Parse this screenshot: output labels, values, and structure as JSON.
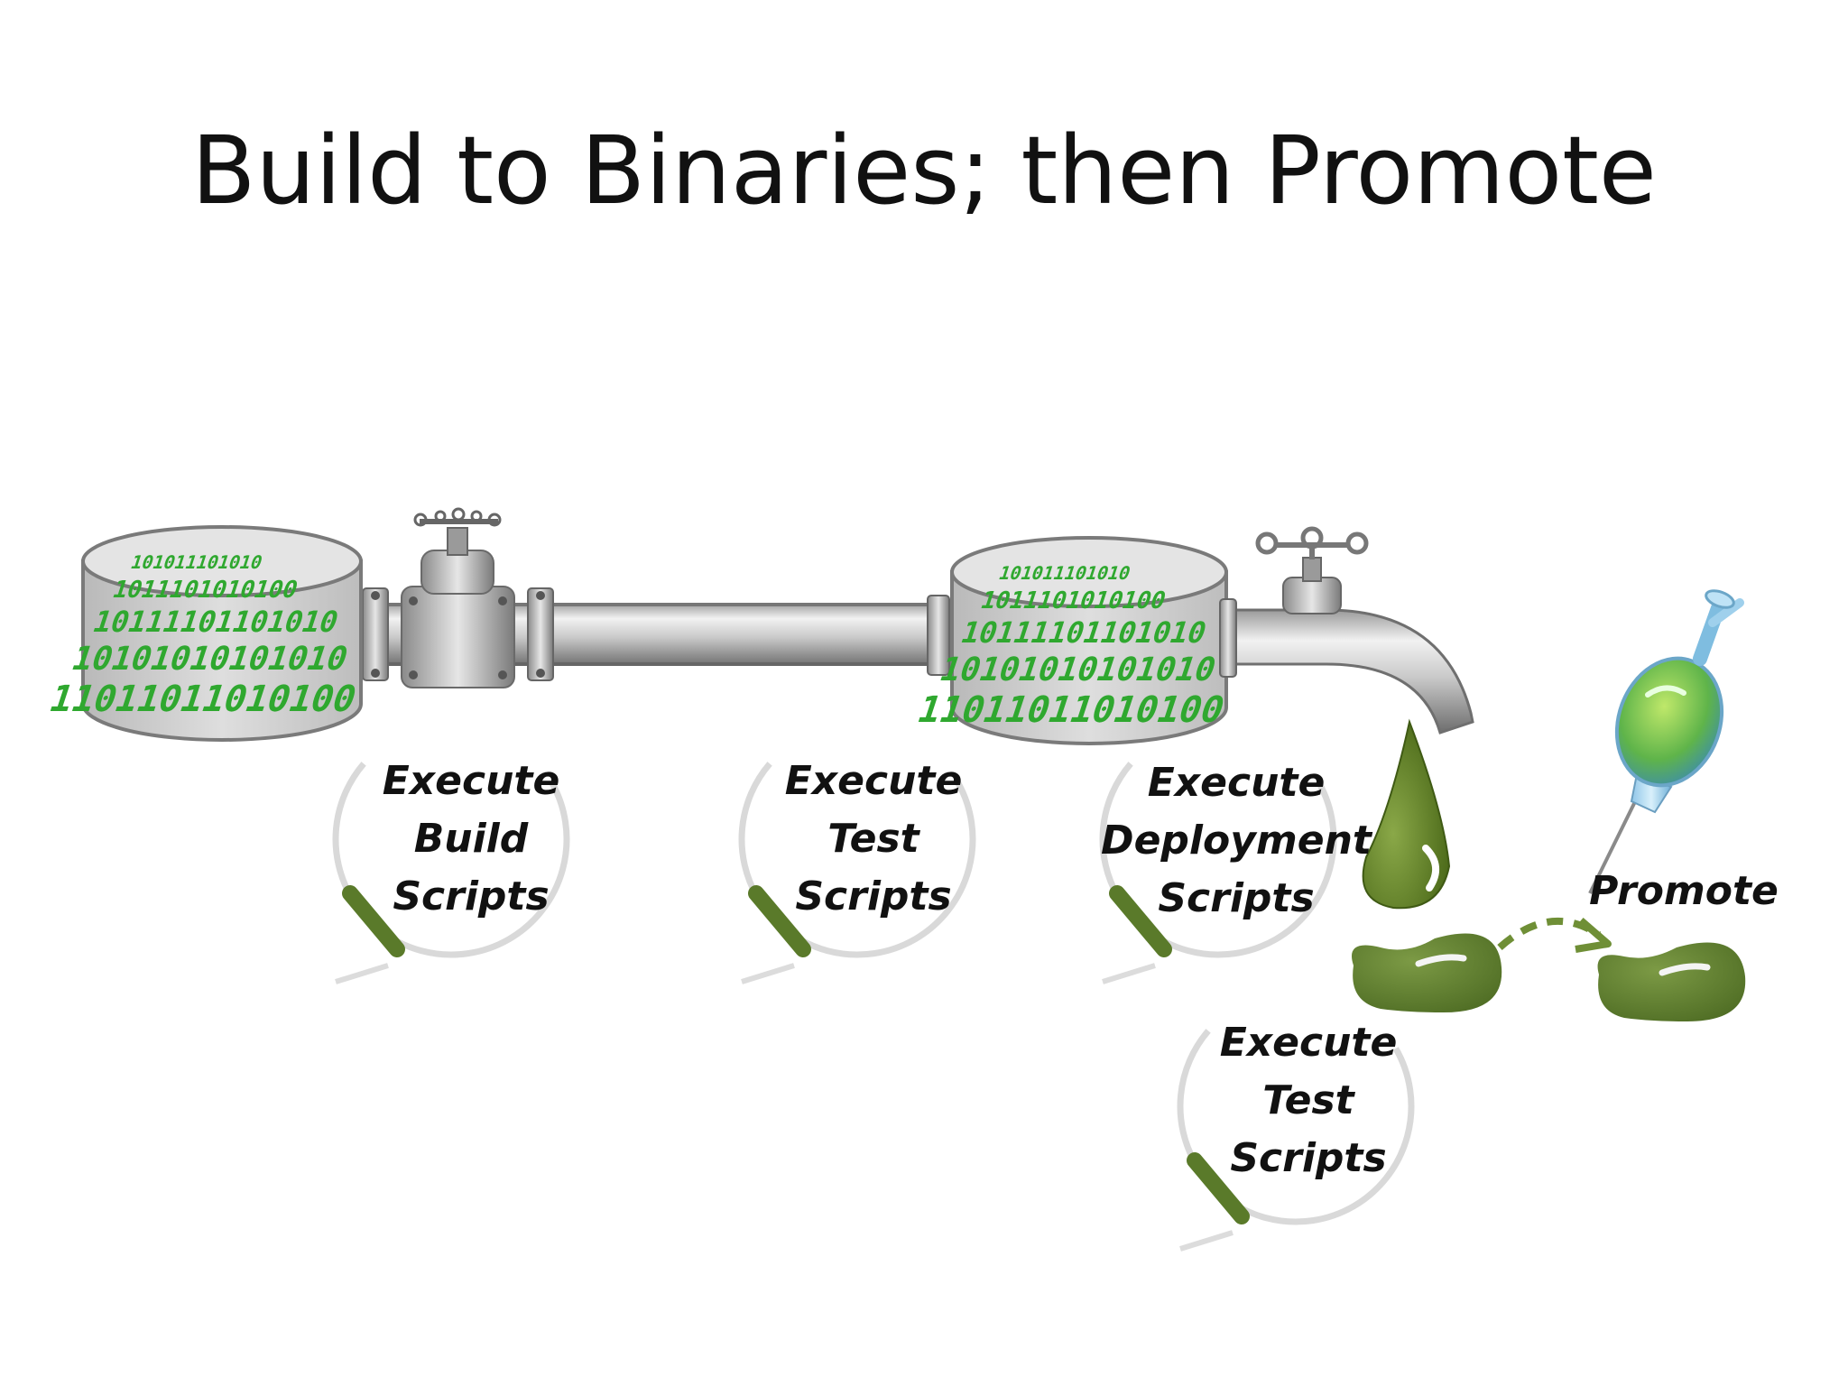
{
  "slide": {
    "title": "Build to Binaries; then Promote"
  },
  "stages": [
    {
      "line1": "Execute",
      "line2": "Build",
      "line3": "Scripts"
    },
    {
      "line1": "Execute",
      "line2": "Test",
      "line3": "Scripts"
    },
    {
      "line1": "Execute",
      "line2": "Deployment",
      "line3": "Scripts"
    },
    {
      "line1": "Execute",
      "line2": "Test",
      "line3": "Scripts"
    }
  ],
  "promote_label": "Promote",
  "tank_digits": {
    "row1": "11011011010100",
    "row2": "10101010101010",
    "row3": "10111101101010",
    "row4": "1011101010100",
    "row5": "101011101010"
  },
  "colors": {
    "pipe": "#c7c7c7",
    "pipe_dark": "#7d7d7d",
    "digits": "#2fa82f",
    "bean": "#5c7a2e",
    "drop": "#5e7d24"
  },
  "icons": [
    "tank-icon",
    "valve-icon",
    "pipe-icon",
    "faucet-icon",
    "drop-icon",
    "bean-icon",
    "syringe-icon",
    "cycle-icon",
    "dashed-arrow-icon"
  ]
}
